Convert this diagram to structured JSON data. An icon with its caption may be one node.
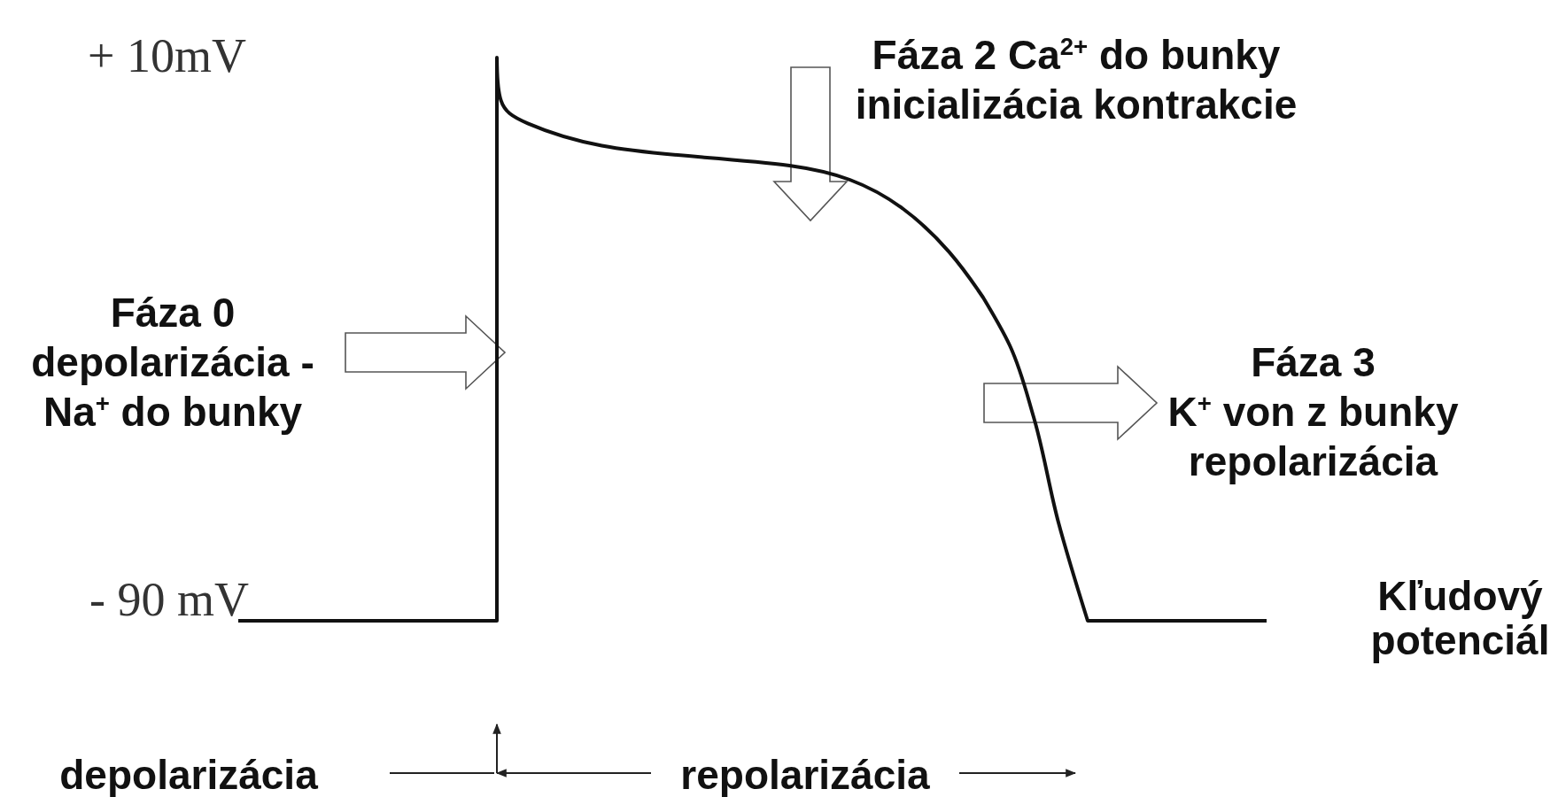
{
  "diagram": {
    "nodes": [
      {
        "text": [
          "Fáza 2 Ca$^{2+}$ do bunky inicializácia kontrakcie"
        ]
      },
      {
        "text": [
          "Fáza 0",
          "depolarizácia - Na$^{+}$ do bunky"
        ]
      },
      {
        "text": [
          "Fáza 3",
          "K$^{+}$ von z bunky repolarizácia"
        ]
      }
    ],
    "edges": [
      {
        "from": 0,
        "to": null,
        "arrow": "to"
      },
      {
        "from": 1,
        "to": null,
        "arrow": "to"
      },
      {
        "from": null,
        "to": 2,
        "arrow": "to"
      }
    ],
    "labels": [
      "+ 10mV",
      "- 90 mV",
      "Kľudový potenciál",
      "depolarizácia",
      "repolarizácia"
    ]
  }
}
